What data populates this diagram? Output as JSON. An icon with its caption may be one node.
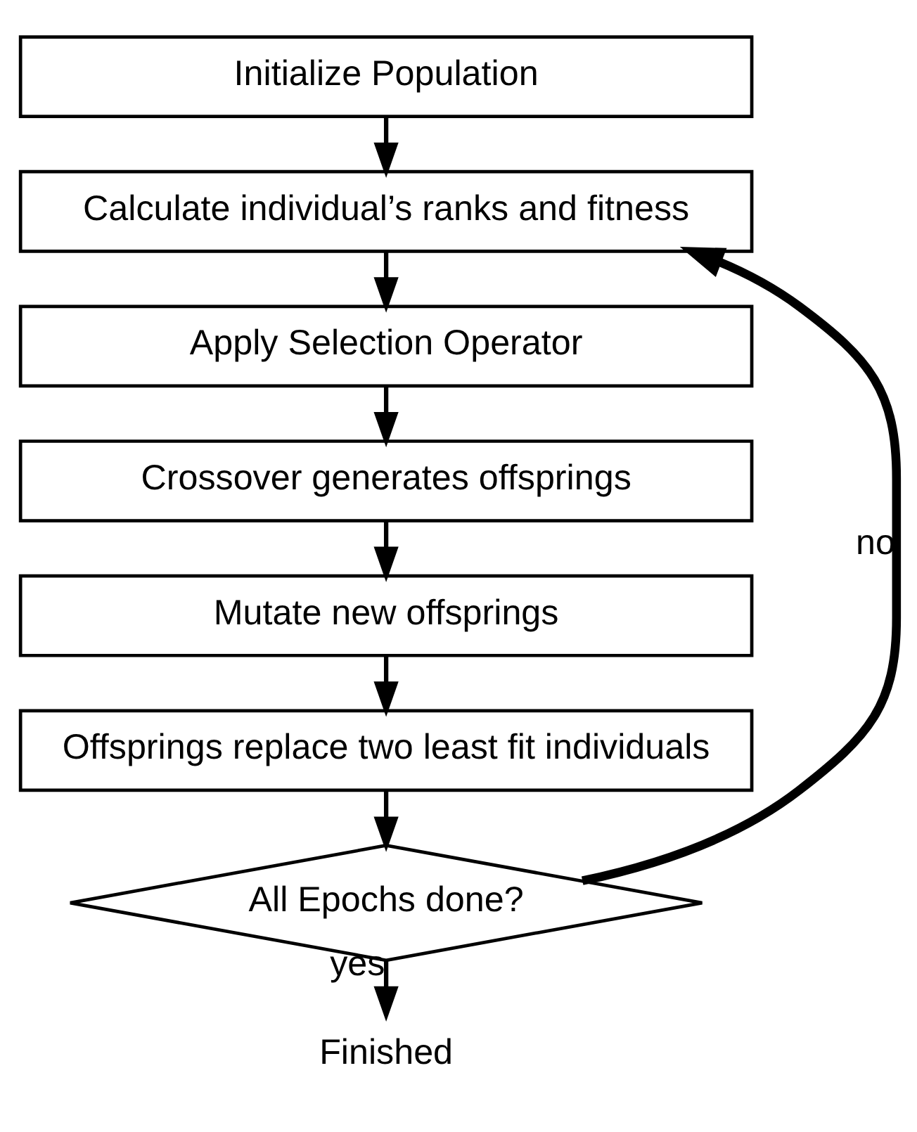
{
  "diagram": {
    "nodes": [
      {
        "text": [
          "Initialize Population"
        ]
      },
      {
        "text": [
          "Calculate individual’s ranks and fitness"
        ]
      },
      {
        "text": [
          "Apply Selection Operator"
        ]
      },
      {
        "text": [
          "Crossover generates offsprings"
        ]
      },
      {
        "text": [
          "Mutate new offsprings"
        ]
      },
      {
        "text": [
          "Offsprings replace two least fit individuals"
        ]
      },
      {
        "text": [
          "All Epochs done?"
        ]
      },
      {
        "text": [
          "Finished"
        ]
      }
    ],
    "edges": [
      {
        "from": 0,
        "to": 1,
        "arrow": "to"
      },
      {
        "from": 1,
        "to": 2,
        "arrow": "to"
      },
      {
        "from": 2,
        "to": 3,
        "arrow": "to"
      },
      {
        "from": 3,
        "to": 4,
        "arrow": "to"
      },
      {
        "from": 4,
        "to": 5,
        "arrow": "to"
      },
      {
        "from": 5,
        "to": 6,
        "arrow": "to"
      },
      {
        "from": 6,
        "to": 1,
        "arrow": "to",
        "label": "no",
        "style": "thick"
      },
      {
        "from": 6,
        "to": 7,
        "arrow": "to",
        "label": "yes"
      }
    ]
  }
}
